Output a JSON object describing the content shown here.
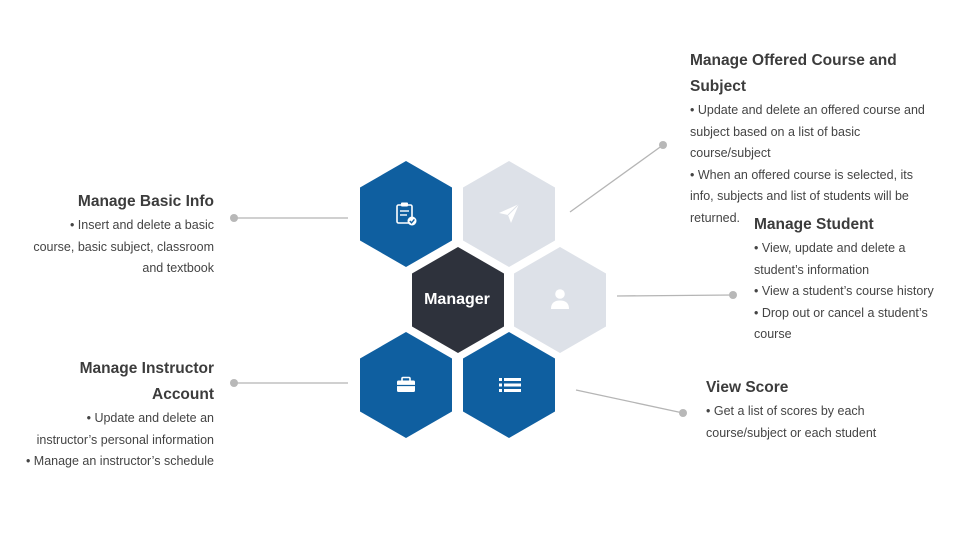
{
  "hub": {
    "label": "Manager"
  },
  "colors": {
    "primary": "#0f5fa0",
    "muted": "#dde1e8",
    "hub": "#2e323c",
    "connector": "#b5b5b5",
    "dot": "#b8b8b8"
  },
  "nodes": [
    {
      "id": "basic-info",
      "icon": "clipboard-check-icon",
      "color": "primary"
    },
    {
      "id": "offered-course",
      "icon": "paper-plane-icon",
      "color": "muted"
    },
    {
      "id": "student",
      "icon": "user-icon",
      "color": "muted"
    },
    {
      "id": "instructor",
      "icon": "briefcase-icon",
      "color": "primary"
    },
    {
      "id": "score",
      "icon": "list-icon",
      "color": "primary"
    }
  ],
  "blocks": {
    "basic_info": {
      "title": "Manage Basic Info",
      "items": [
        "• Insert and delete a basic",
        "course, basic subject, classroom",
        "and textbook"
      ]
    },
    "instructor": {
      "title_line1": "Manage Instructor",
      "title_line2": "Account",
      "items": [
        "• Update and delete an",
        "instructor’s personal information",
        "• Manage an instructor’s schedule"
      ]
    },
    "offered_course": {
      "title_line1": "Manage Offered Course and",
      "title_line2": "Subject",
      "items": [
        "• Update and delete an offered course and",
        "subject based on a list of basic",
        "course/subject",
        "• When an offered course is selected, its",
        "info, subjects and list of students will be",
        "returned."
      ]
    },
    "student": {
      "title": "Manage Student",
      "items": [
        "• View, update and delete a",
        "student’s information",
        "• View a student’s course history",
        "• Drop out or cancel a student’s",
        "course"
      ]
    },
    "score": {
      "title": "View Score",
      "items": [
        "• Get a list of scores by each",
        "course/subject or each student"
      ]
    }
  }
}
